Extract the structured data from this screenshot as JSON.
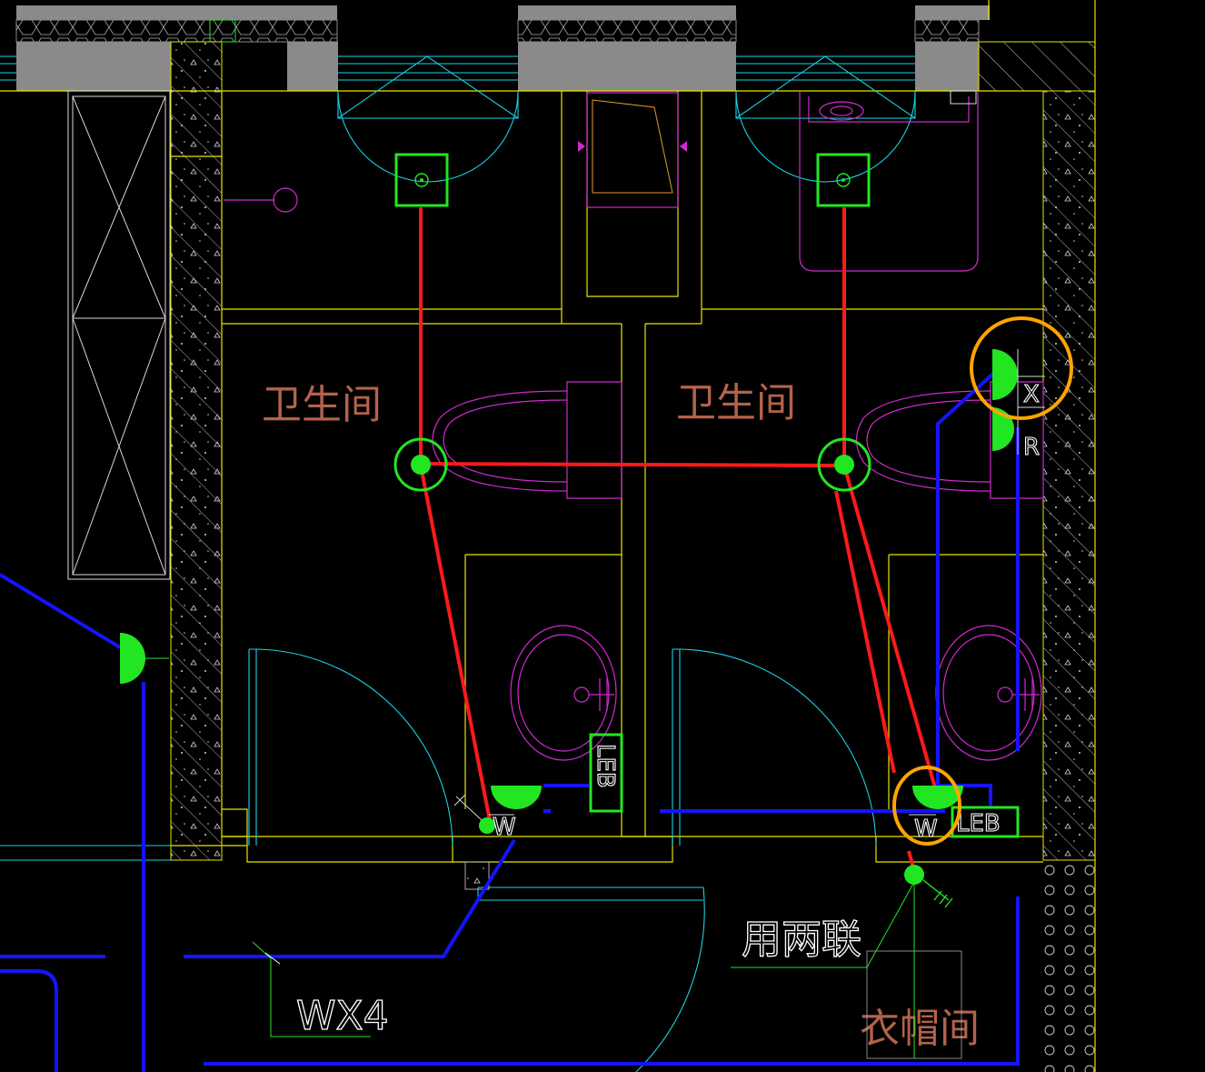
{
  "labels": {
    "room_left": "卫生间",
    "room_right": "卫生间",
    "cloakroom": "衣帽间",
    "double_switch_note": "用两联",
    "circuit": "WX4",
    "leb_left": "LEB",
    "leb_right": "LEB",
    "w_left": "W",
    "w_right": "W",
    "socket_x": "X",
    "socket_r": "R"
  },
  "colors": {
    "background": "#000000",
    "wall_yellow": "#e6e600",
    "door_cyan": "#19d3e6",
    "fixture_magenta": "#d02ad0",
    "lighting_red": "#ff1a1a",
    "socket_blue": "#1414ff",
    "device_green": "#22e622",
    "highlight_orange": "#ffa500",
    "room_text": "#b4624a"
  },
  "icons": [
    "ceiling-fan-icon",
    "ceiling-light-icon",
    "socket-icon",
    "switch-icon",
    "toilet-icon",
    "washbasin-icon",
    "door-swing-icon"
  ]
}
